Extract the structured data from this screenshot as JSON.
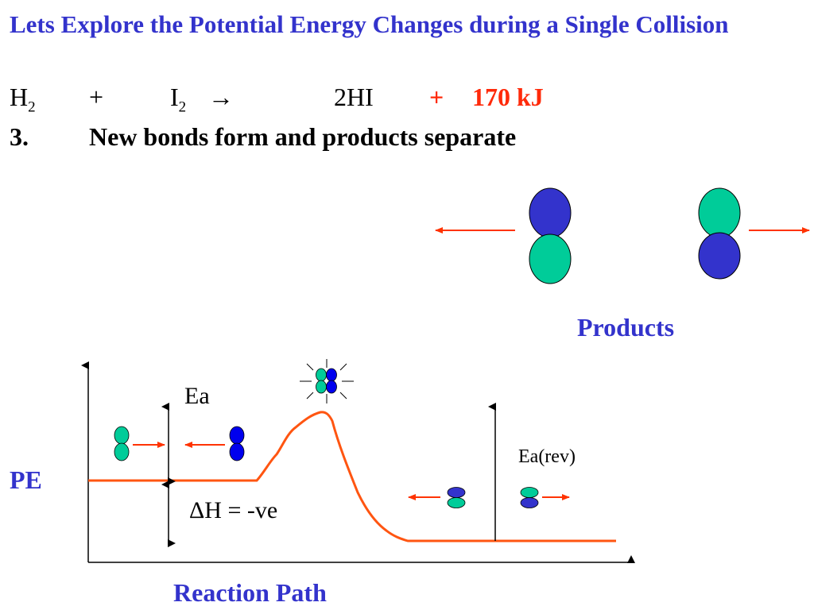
{
  "title": "Lets Explore the Potential Energy Changes during a Single Collision",
  "equation": {
    "h2_main": "H",
    "h2_sub": "2",
    "plus": "+",
    "i2_main": "I",
    "i2_sub": "2",
    "arrow": "→",
    "product": "2HI",
    "energy_plus": "+",
    "energy": "170 kJ"
  },
  "step": {
    "number": "3.",
    "text": "New bonds form and products separate"
  },
  "labels": {
    "products": "Products",
    "pe": "PE",
    "ea": "Ea",
    "delta_h": "ΔH = -ve",
    "ea_rev": "Ea(rev)",
    "reaction_path": "Reaction Path"
  },
  "colors": {
    "title_blue": "#3333cc",
    "atom_blue": "#3333cc",
    "atom_green": "#00cc99",
    "curve_red": "#ff5511",
    "arrow_red": "#ff3300"
  }
}
